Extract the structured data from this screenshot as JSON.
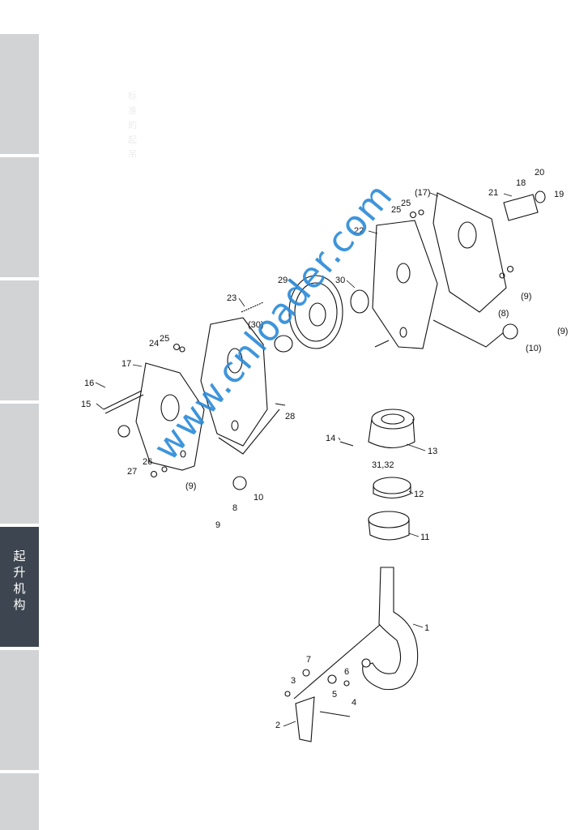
{
  "sidebar": {
    "tabs": [
      {
        "label": ""
      },
      {
        "label": ""
      },
      {
        "label": ""
      },
      {
        "label": ""
      },
      {
        "label": "起升机构",
        "chars": [
          "起",
          "升",
          "机",
          "构"
        ],
        "active": true
      },
      {
        "label": ""
      },
      {
        "label": ""
      }
    ],
    "active_color": "#3d4650",
    "inactive_color": "#d1d3d5"
  },
  "faded_text": [
    "标",
    "准",
    "的",
    "起",
    "吊"
  ],
  "watermark": "www.cnloader.com",
  "watermark_color": "#2a8ad8",
  "callouts": {
    "c1": "1",
    "c2": "2",
    "c3": "3",
    "c4": "4",
    "c5": "5",
    "c6": "6",
    "c7": "7",
    "c8": "8",
    "c8b": "(8)",
    "c9": "9",
    "c9a": "(9)",
    "c9b": "(9)",
    "c9c": "(9)",
    "c10": "10",
    "c10b": "(10)",
    "c11": "11",
    "c12": "12",
    "c13": "13",
    "c14": "14",
    "c15": "15",
    "c16": "16",
    "c17": "17",
    "c17b": "(17)",
    "c18": "18",
    "c19": "19",
    "c20": "20",
    "c21": "21",
    "c22": "22",
    "c23": "23",
    "c24": "24",
    "c25a": "25",
    "c25b": "25",
    "c25c": "25",
    "c26": "26",
    "c27": "27",
    "c28": "28",
    "c29": "29",
    "c30": "30",
    "c30b": "(30)",
    "c31": "31,32"
  }
}
